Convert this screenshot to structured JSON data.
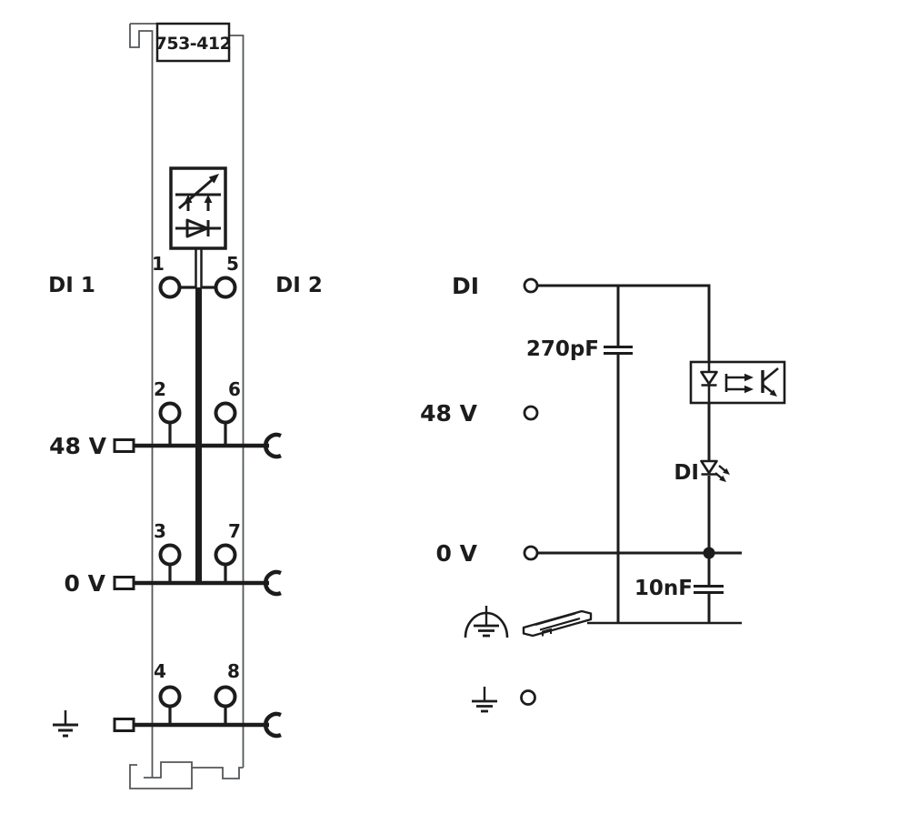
{
  "colors": {
    "line": "#1c1c1c",
    "outline": "#54575a",
    "background": "#ffffff"
  },
  "module": {
    "part_number": "753-412",
    "channel_left": "DI 1",
    "channel_right": "DI 2",
    "terminals": [
      "1",
      "2",
      "3",
      "4",
      "5",
      "6",
      "7",
      "8"
    ],
    "rail_supply": "48 V",
    "rail_zero": "0 V"
  },
  "schematic": {
    "input": "DI",
    "supply": "48 V",
    "zero": "0 V",
    "input_capacitor": "270pF",
    "ground_capacitor": "10nF",
    "status_led": "DI"
  },
  "icons": {
    "optocoupler_isolator": "optocoupler-isolator-icon",
    "diode": "diode-icon",
    "led": "led-icon",
    "phototransistor": "phototransistor-icon",
    "capacitor": "capacitor-icon",
    "earth_ground": "earth-ground-icon",
    "shielded_earth": "shielded-earth-icon",
    "din_rail": "din-rail-icon",
    "spring_contact": "spring-contact-icon",
    "jumper_contact": "power-jumper-contact-icon",
    "terminal": "terminal-circle-icon",
    "junction_dot": "junction-dot-icon"
  }
}
